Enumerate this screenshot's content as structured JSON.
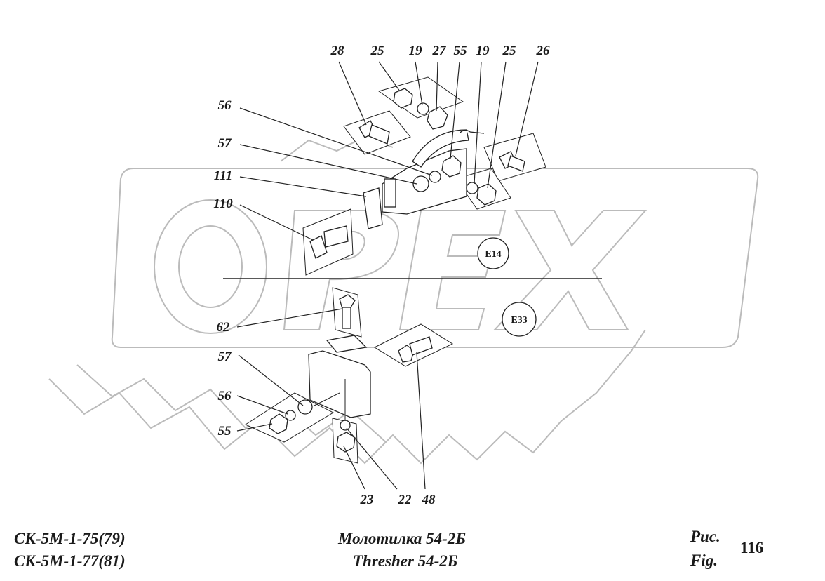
{
  "watermark": {
    "text": "OPEX"
  },
  "callouts_upper": [
    "28",
    "25",
    "19",
    "27",
    "55",
    "19",
    "25",
    "26",
    "56",
    "57",
    "111",
    "110"
  ],
  "callouts_lower": [
    "62",
    "57",
    "56",
    "55",
    "23",
    "22",
    "48"
  ],
  "reference_circles": [
    "E14",
    "E33"
  ],
  "footer": {
    "model_line_1": "СК-5М-1-75(79)",
    "model_line_2": "СК-5М-1-77(81)",
    "title_ru": "Молотилка  54-2Б",
    "title_en": "Thresher  54-2Б",
    "fig_label_ru": "Рис.",
    "fig_label_en": "Fig.",
    "fig_number": "116"
  }
}
